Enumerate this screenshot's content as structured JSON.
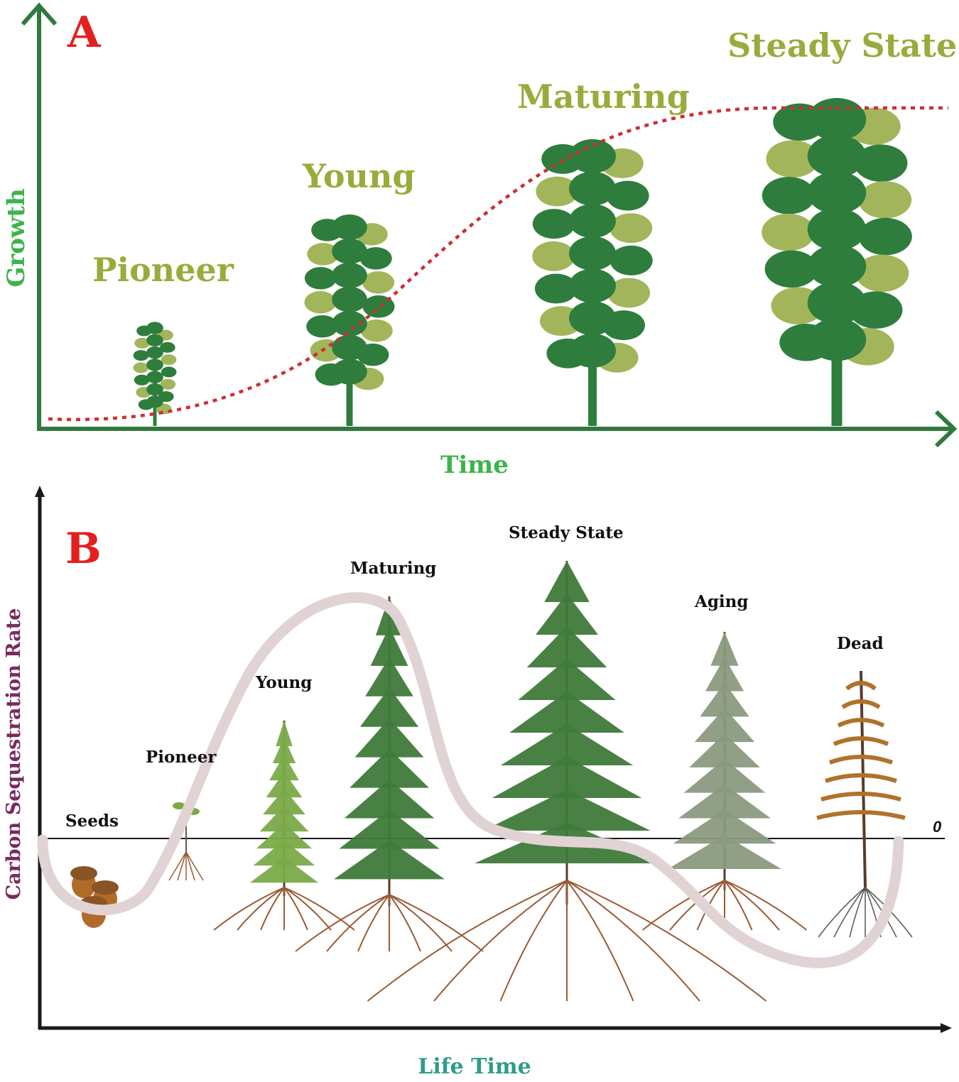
{
  "colors": {
    "axis_a": "#2f7a3c",
    "axis_label_a": "#3cb44b",
    "stage_label_a": "#9aab3c",
    "curve_a": "#cc2f36",
    "panel_letter": "#e3201f",
    "axis_b": "#1a1a1a",
    "axis_label_b_x": "#2e9c8a",
    "axis_label_b_y": "#7a2a5e",
    "stage_label_b": "#111111",
    "curve_b": "#e1d3d4",
    "tree_dark": "#2e7d3c",
    "tree_light": "#a3b55a",
    "spruce": "#3f7a3a",
    "spruce_young": "#7aaa48",
    "spruce_aging": "#8a9a80",
    "dead_tree": "#b0722a",
    "roots": "#9b5a34",
    "seed": "#b06a2a"
  },
  "panel_a": {
    "letter": "A",
    "x_axis_label": "Time",
    "y_axis_label": "Growth",
    "stages": [
      "Pioneer",
      "Young",
      "Maturing",
      "Steady State"
    ],
    "growth_curve": {
      "type": "sigmoid",
      "line_style": "dotted",
      "stage_levels": [
        0.02,
        0.28,
        0.72,
        0.96
      ]
    }
  },
  "panel_b": {
    "letter": "B",
    "x_axis_label": "Life Time",
    "y_axis_label": "Carbon Sequestration Rate",
    "zero_label": "0",
    "stages": [
      "Seeds",
      "Pioneer",
      "Young",
      "Maturing",
      "Steady State",
      "Aging",
      "Dead"
    ],
    "rate_curve": {
      "type": "smooth",
      "stage_levels": [
        -0.35,
        0.1,
        0.95,
        1.0,
        0.0,
        -0.45,
        -0.6
      ]
    }
  }
}
